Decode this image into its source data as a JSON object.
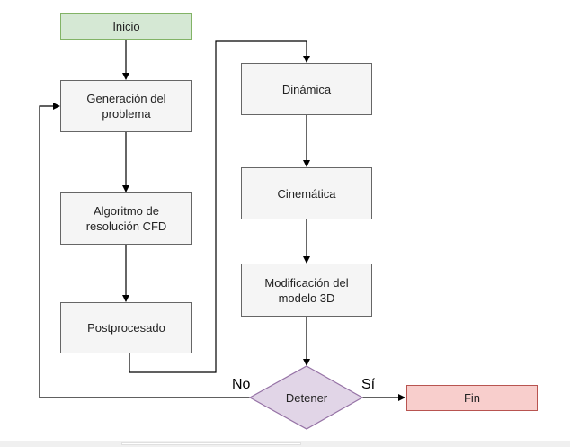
{
  "nodes": {
    "inicio": "Inicio",
    "generacion": "Generación del\nproblema",
    "algoritmo": "Algoritmo de\nresolución CFD",
    "postprocesado": "Postprocesado",
    "dinamica": "Dinámica",
    "cinematica": "Cinemática",
    "modificacion": "Modificación del\nmodelo 3D",
    "detener": "Detener",
    "fin": "Fin"
  },
  "edge_labels": {
    "no": "No",
    "si": "Sí"
  },
  "colors": {
    "start_fill": "#d5e8d4",
    "start_stroke": "#82b366",
    "process_fill": "#f5f5f5",
    "process_stroke": "#666666",
    "decision_fill": "#e1d5e7",
    "decision_stroke": "#9673a6",
    "end_fill": "#f8cecc",
    "end_stroke": "#b85450"
  }
}
